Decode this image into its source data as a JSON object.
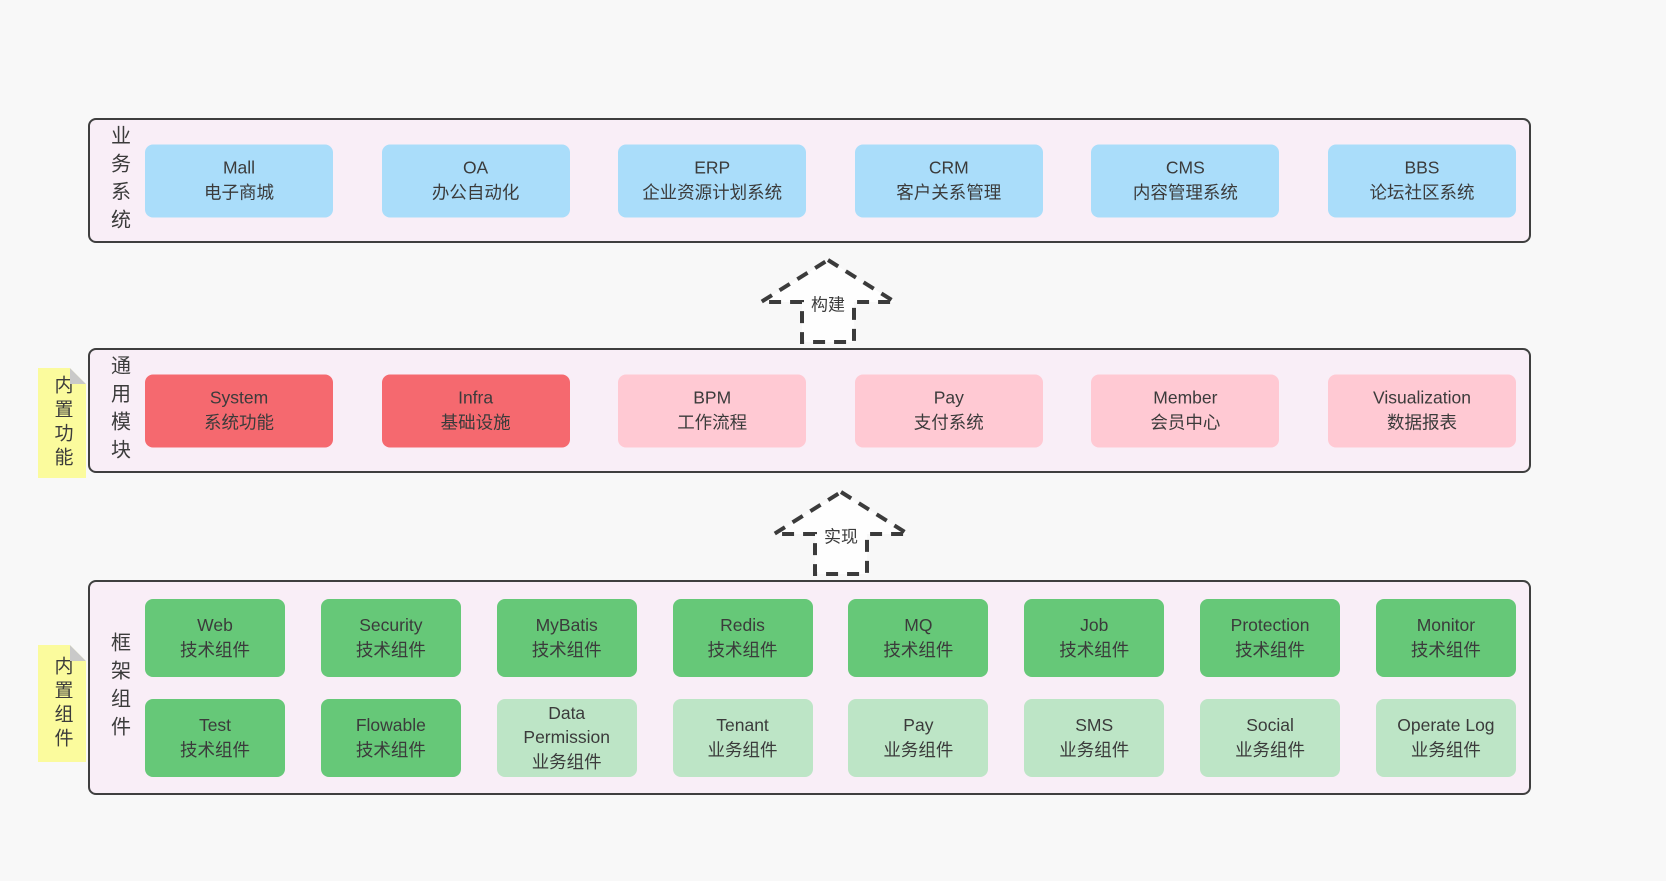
{
  "colors": {
    "page_bg": "#f8f8f8",
    "panel_bg": "#f9eef7",
    "panel_border": "#3f3f3f",
    "box_blue": "#aaddfa",
    "box_red": "#f5696f",
    "box_pink": "#ffc9d3",
    "box_green": "#66c878",
    "box_light_green": "#bde5c6",
    "sticky_yellow": "#fbfb9d",
    "sticky_fold_gray": "#c9c9c9",
    "text": "#3b3b3b"
  },
  "arrows": {
    "build": "构建",
    "implement": "实现"
  },
  "layers": {
    "business": {
      "label": "业务系统",
      "boxes": [
        {
          "name": "Mall",
          "desc": "电子商城",
          "variant": "blue"
        },
        {
          "name": "OA",
          "desc": "办公自动化",
          "variant": "blue"
        },
        {
          "name": "ERP",
          "desc": "企业资源计划系统",
          "variant": "blue"
        },
        {
          "name": "CRM",
          "desc": "客户关系管理",
          "variant": "blue"
        },
        {
          "name": "CMS",
          "desc": "内容管理系统",
          "variant": "blue"
        },
        {
          "name": "BBS",
          "desc": "论坛社区系统",
          "variant": "blue"
        }
      ]
    },
    "modules": {
      "label": "通用模块",
      "sticky_note": "内置功能",
      "boxes": [
        {
          "name": "System",
          "desc": "系统功能",
          "variant": "red"
        },
        {
          "name": "Infra",
          "desc": "基础设施",
          "variant": "red"
        },
        {
          "name": "BPM",
          "desc": "工作流程",
          "variant": "pink"
        },
        {
          "name": "Pay",
          "desc": "支付系统",
          "variant": "pink"
        },
        {
          "name": "Member",
          "desc": "会员中心",
          "variant": "pink"
        },
        {
          "name": "Visualization",
          "desc": "数据报表",
          "variant": "pink"
        }
      ]
    },
    "components": {
      "label": "框架组件",
      "sticky_note": "内置组件",
      "row1": [
        {
          "name": "Web",
          "desc": "技术组件",
          "variant": "green"
        },
        {
          "name": "Security",
          "desc": "技术组件",
          "variant": "green"
        },
        {
          "name": "MyBatis",
          "desc": "技术组件",
          "variant": "green"
        },
        {
          "name": "Redis",
          "desc": "技术组件",
          "variant": "green"
        },
        {
          "name": "MQ",
          "desc": "技术组件",
          "variant": "green"
        },
        {
          "name": "Job",
          "desc": "技术组件",
          "variant": "green"
        },
        {
          "name": "Protection",
          "desc": "技术组件",
          "variant": "green"
        },
        {
          "name": "Monitor",
          "desc": "技术组件",
          "variant": "green"
        }
      ],
      "row2": [
        {
          "name": "Test",
          "desc": "技术组件",
          "variant": "green"
        },
        {
          "name": "Flowable",
          "desc": "技术组件",
          "variant": "green"
        },
        {
          "name": "Data Permission",
          "desc": "业务组件",
          "variant": "light"
        },
        {
          "name": "Tenant",
          "desc": "业务组件",
          "variant": "light"
        },
        {
          "name": "Pay",
          "desc": "业务组件",
          "variant": "light"
        },
        {
          "name": "SMS",
          "desc": "业务组件",
          "variant": "light"
        },
        {
          "name": "Social",
          "desc": "业务组件",
          "variant": "light"
        },
        {
          "name": "Operate Log",
          "desc": "业务组件",
          "variant": "light"
        }
      ]
    }
  }
}
